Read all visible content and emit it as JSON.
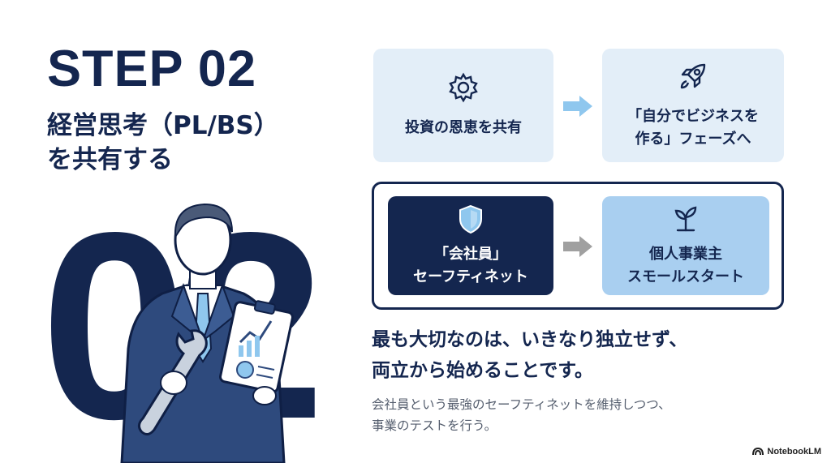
{
  "heading": {
    "step": "STEP 02",
    "subtitle_lines": [
      "経営思考（PL/BS）",
      "を共有する"
    ]
  },
  "background_number": "02",
  "flow_top": {
    "left": {
      "icon": "gear-icon",
      "label_lines": [
        "投資の恩恵を共有"
      ]
    },
    "arrow": {
      "icon": "arrow-right-icon",
      "color": "#8fc7ee"
    },
    "right": {
      "icon": "rocket-icon",
      "label_lines": [
        "「自分でビジネスを",
        "作る」フェーズへ"
      ]
    }
  },
  "flow_bottom": {
    "left": {
      "icon": "shield-icon",
      "label_lines": [
        "「会社員」",
        "セーフティネット"
      ]
    },
    "arrow": {
      "icon": "arrow-right-icon",
      "color": "#a0a0a0"
    },
    "right": {
      "icon": "sprout-icon",
      "label_lines": [
        "個人事業主",
        "スモールスタート"
      ]
    }
  },
  "message": {
    "main_lines": [
      "最も大切なのは、いきなり独立せず、",
      "両立から始めることです。"
    ],
    "sub_lines": [
      "会社員という最強のセーフティネットを維持しつつ、",
      "事業のテストを行う。"
    ]
  },
  "brand": {
    "icon": "notebooklm-logo-icon",
    "name": "NotebookLM"
  },
  "colors": {
    "navy": "#14264f",
    "light_card": "#e3eef8",
    "mid_card": "#a9cff0",
    "accent_blue": "#8fc7ee",
    "gray_arrow": "#a0a0a0"
  }
}
